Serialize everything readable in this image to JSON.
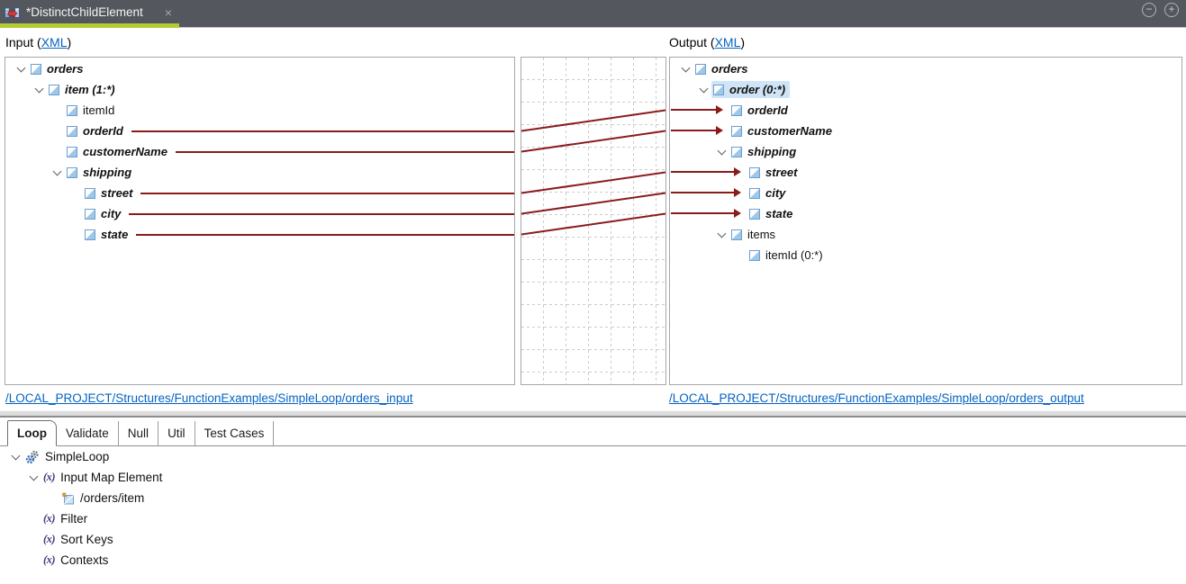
{
  "titlebar": {
    "tab_title": "*DistinctChildElement",
    "close_glyph": "×",
    "minimize_glyph": "−",
    "maximize_glyph": "+"
  },
  "panels": {
    "input_header_prefix": "Input (",
    "input_header_link": "XML",
    "input_header_suffix": ")",
    "output_header_prefix": "Output (",
    "output_header_link": "XML",
    "output_header_suffix": ")",
    "input_path": "/LOCAL_PROJECT/Structures/FunctionExamples/SimpleLoop/orders_input",
    "output_path": "/LOCAL_PROJECT/Structures/FunctionExamples/SimpleLoop/orders_output"
  },
  "input_tree": {
    "rows": [
      {
        "label": "orders"
      },
      {
        "label": "item (1:*)"
      },
      {
        "label": "itemId"
      },
      {
        "label": "orderId"
      },
      {
        "label": "customerName"
      },
      {
        "label": "shipping"
      },
      {
        "label": "street"
      },
      {
        "label": "city"
      },
      {
        "label": "state"
      }
    ]
  },
  "output_tree": {
    "rows": [
      {
        "label": "orders"
      },
      {
        "label": "order (0:*)"
      },
      {
        "label": "orderId"
      },
      {
        "label": "customerName"
      },
      {
        "label": "shipping"
      },
      {
        "label": "street"
      },
      {
        "label": "city"
      },
      {
        "label": "state"
      },
      {
        "label": "items"
      },
      {
        "label": "itemId (0:*)"
      }
    ]
  },
  "mappings": [
    {
      "source": "orderId",
      "target": "orderId"
    },
    {
      "source": "customerName",
      "target": "customerName"
    },
    {
      "source": "street",
      "target": "street"
    },
    {
      "source": "city",
      "target": "city"
    },
    {
      "source": "state",
      "target": "state"
    }
  ],
  "bottom_tabs": {
    "tabs": [
      "Loop",
      "Validate",
      "Null",
      "Util",
      "Test Cases"
    ],
    "active": "Loop"
  },
  "function_tree": {
    "rows": [
      {
        "label": "SimpleLoop"
      },
      {
        "label": "Input Map Element"
      },
      {
        "label": "/orders/item"
      },
      {
        "label": "Filter"
      },
      {
        "label": "Sort Keys"
      },
      {
        "label": "Contexts"
      }
    ]
  },
  "icons": {
    "fx_glyph": "(x)"
  },
  "colors": {
    "titlebar_bg": "#54575e",
    "tab_underline": "#b3cb35",
    "mapping_line": "#8b1b1b",
    "link": "#0563c1",
    "selection": "#cfe5f7"
  }
}
